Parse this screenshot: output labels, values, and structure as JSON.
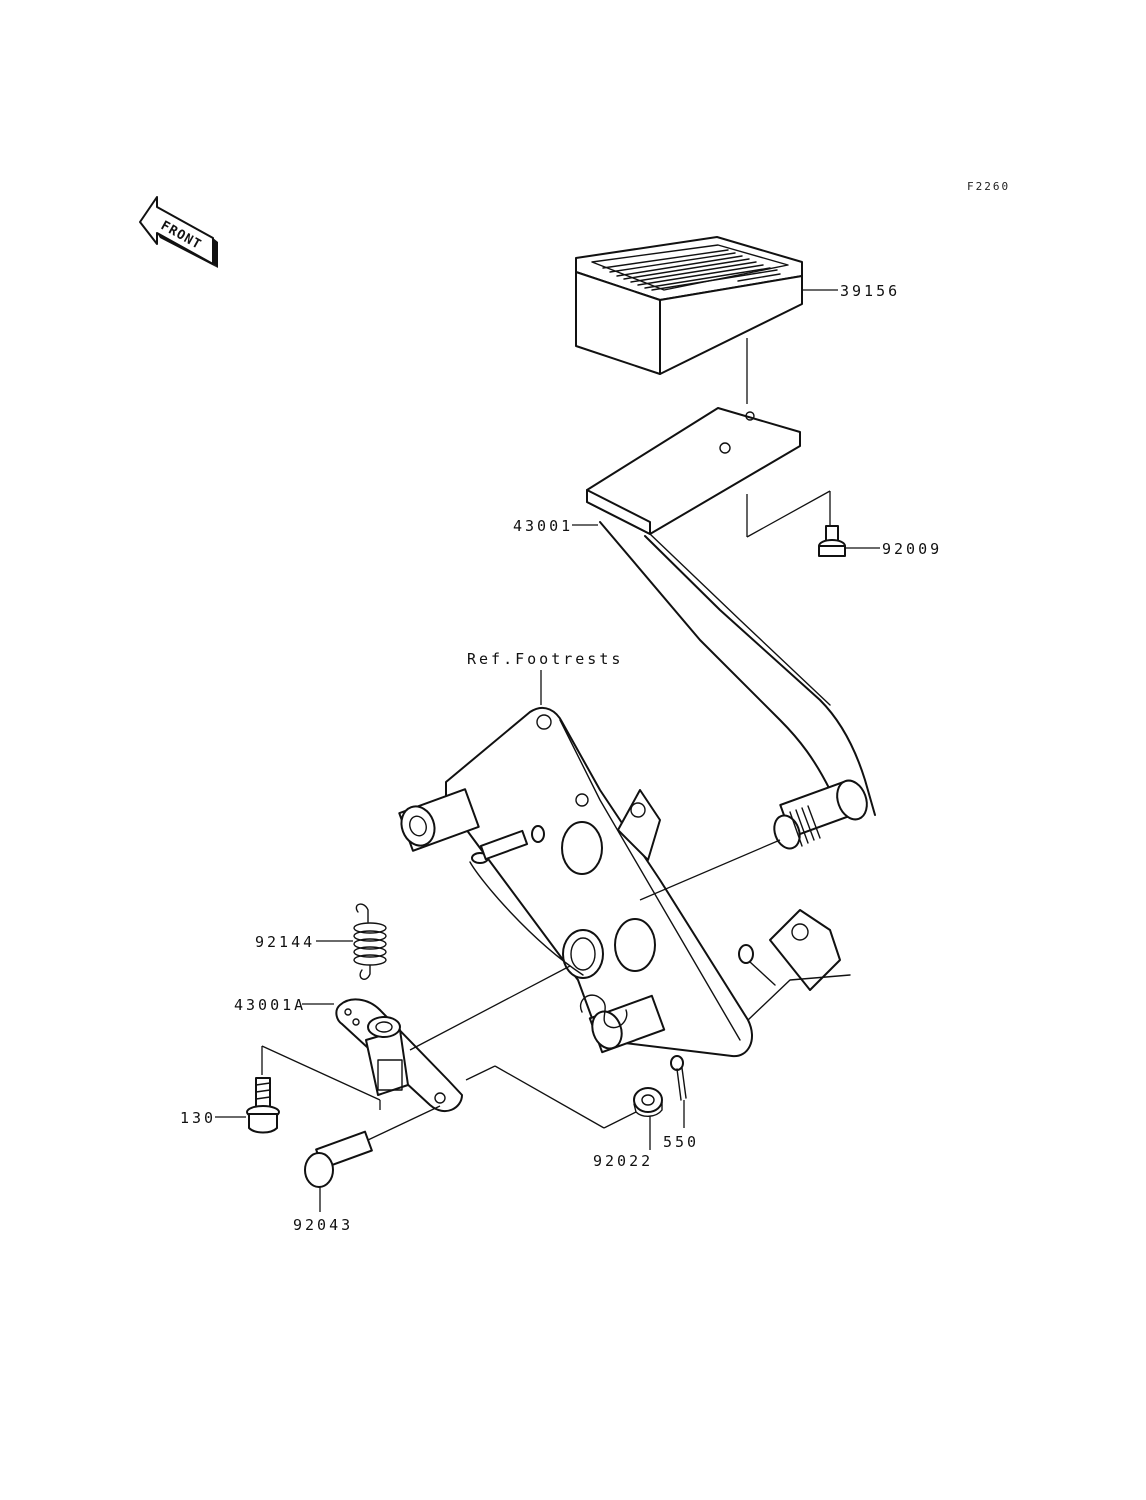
{
  "diagram": {
    "reference_code": "F2260",
    "front_arrow_label": "FRONT",
    "parts": {
      "pedal_pad": "39156",
      "pedal_arm": "43001",
      "pad_bolt": "92009",
      "footrest_ref": "Ref.Footrests",
      "spring": "92144",
      "lever": "43001A",
      "lever_bolt": "130",
      "washer": "92022",
      "cotter_pin": "550",
      "pin": "92043"
    }
  }
}
